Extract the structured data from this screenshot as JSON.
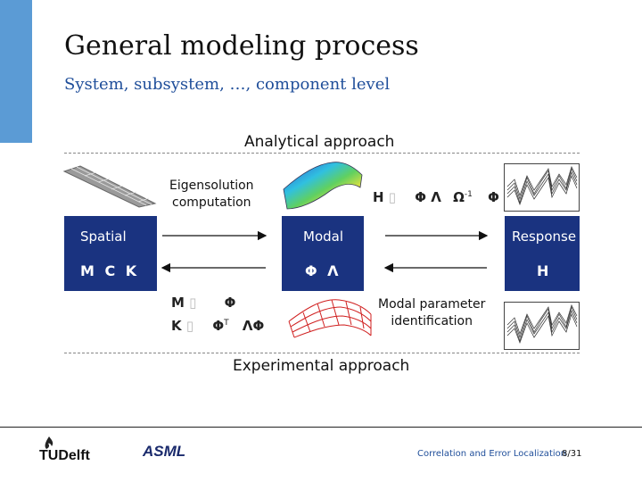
{
  "title": "General modeling process",
  "subtitle": "System, subsystem, …, component level",
  "analytical_label": "Analytical approach",
  "experimental_label": "Experimental approach",
  "eigen_label_1": "Eigensolution",
  "eigen_label_2": "computation",
  "modal_param_label_1": "Modal parameter",
  "modal_param_label_2": "identification",
  "boxes": {
    "spatial": {
      "name": "Spatial",
      "symbols": "M C K"
    },
    "modal": {
      "name": "Modal",
      "symbols": "Φ Λ"
    },
    "response": {
      "name": "Response",
      "symbols": "H"
    }
  },
  "equations": {
    "top_h": "H",
    "top_phi_lambda": "Φ Λ",
    "top_omega": "Ω",
    "top_t": "Φ",
    "bottom_m": "M",
    "bottom_m_phi": "Φ",
    "bottom_k": "K",
    "bottom_k_phi1": "Φ",
    "bottom_k_lambda": "ΛΦ",
    "sup_minus1": "-1",
    "sup_t": "T"
  },
  "footer": {
    "tudelft": "TUDelft",
    "asml": "ASML",
    "caption": "Correlation and Error Localization",
    "page": "8/31"
  },
  "colors": {
    "accent": "#5b9bd5",
    "box": "#1a3380",
    "subtitle": "#1f4e9a"
  }
}
